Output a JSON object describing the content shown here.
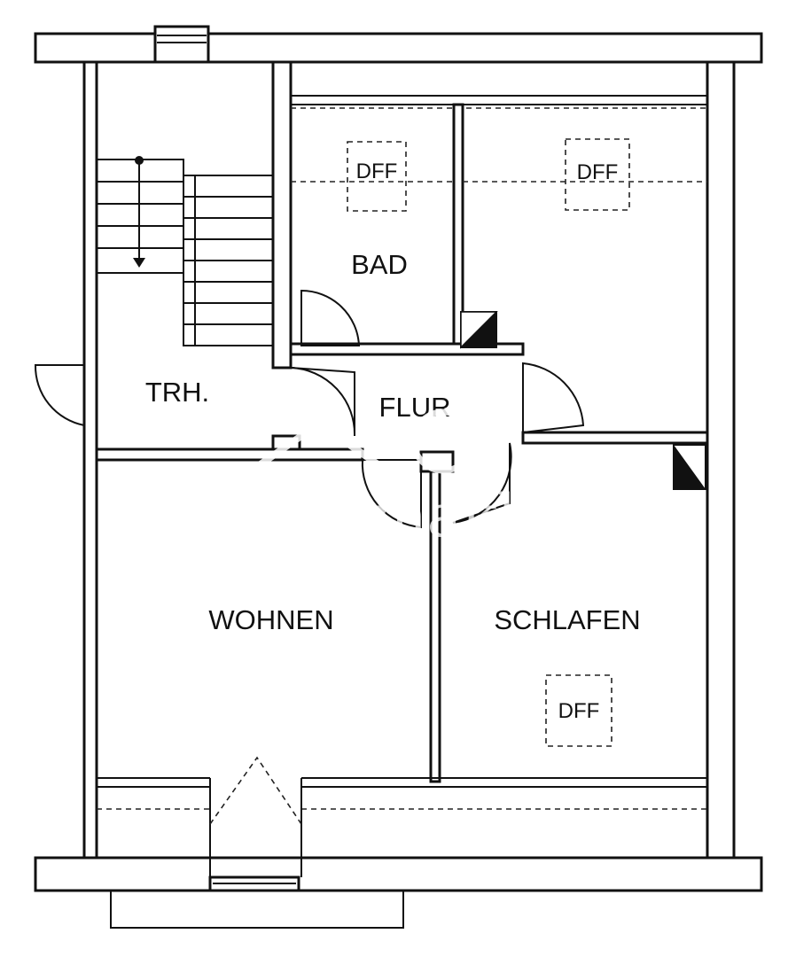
{
  "rooms": {
    "bad": "BAD",
    "flur": "FLUR",
    "trh": "TRH.",
    "wohnen": "WOHNEN",
    "schlafen": "SCHLAFEN"
  },
  "skylights": {
    "bad": "DFF",
    "nordost": "DFF",
    "schlafen": "DFF"
  },
  "watermark": "ohne-makler"
}
